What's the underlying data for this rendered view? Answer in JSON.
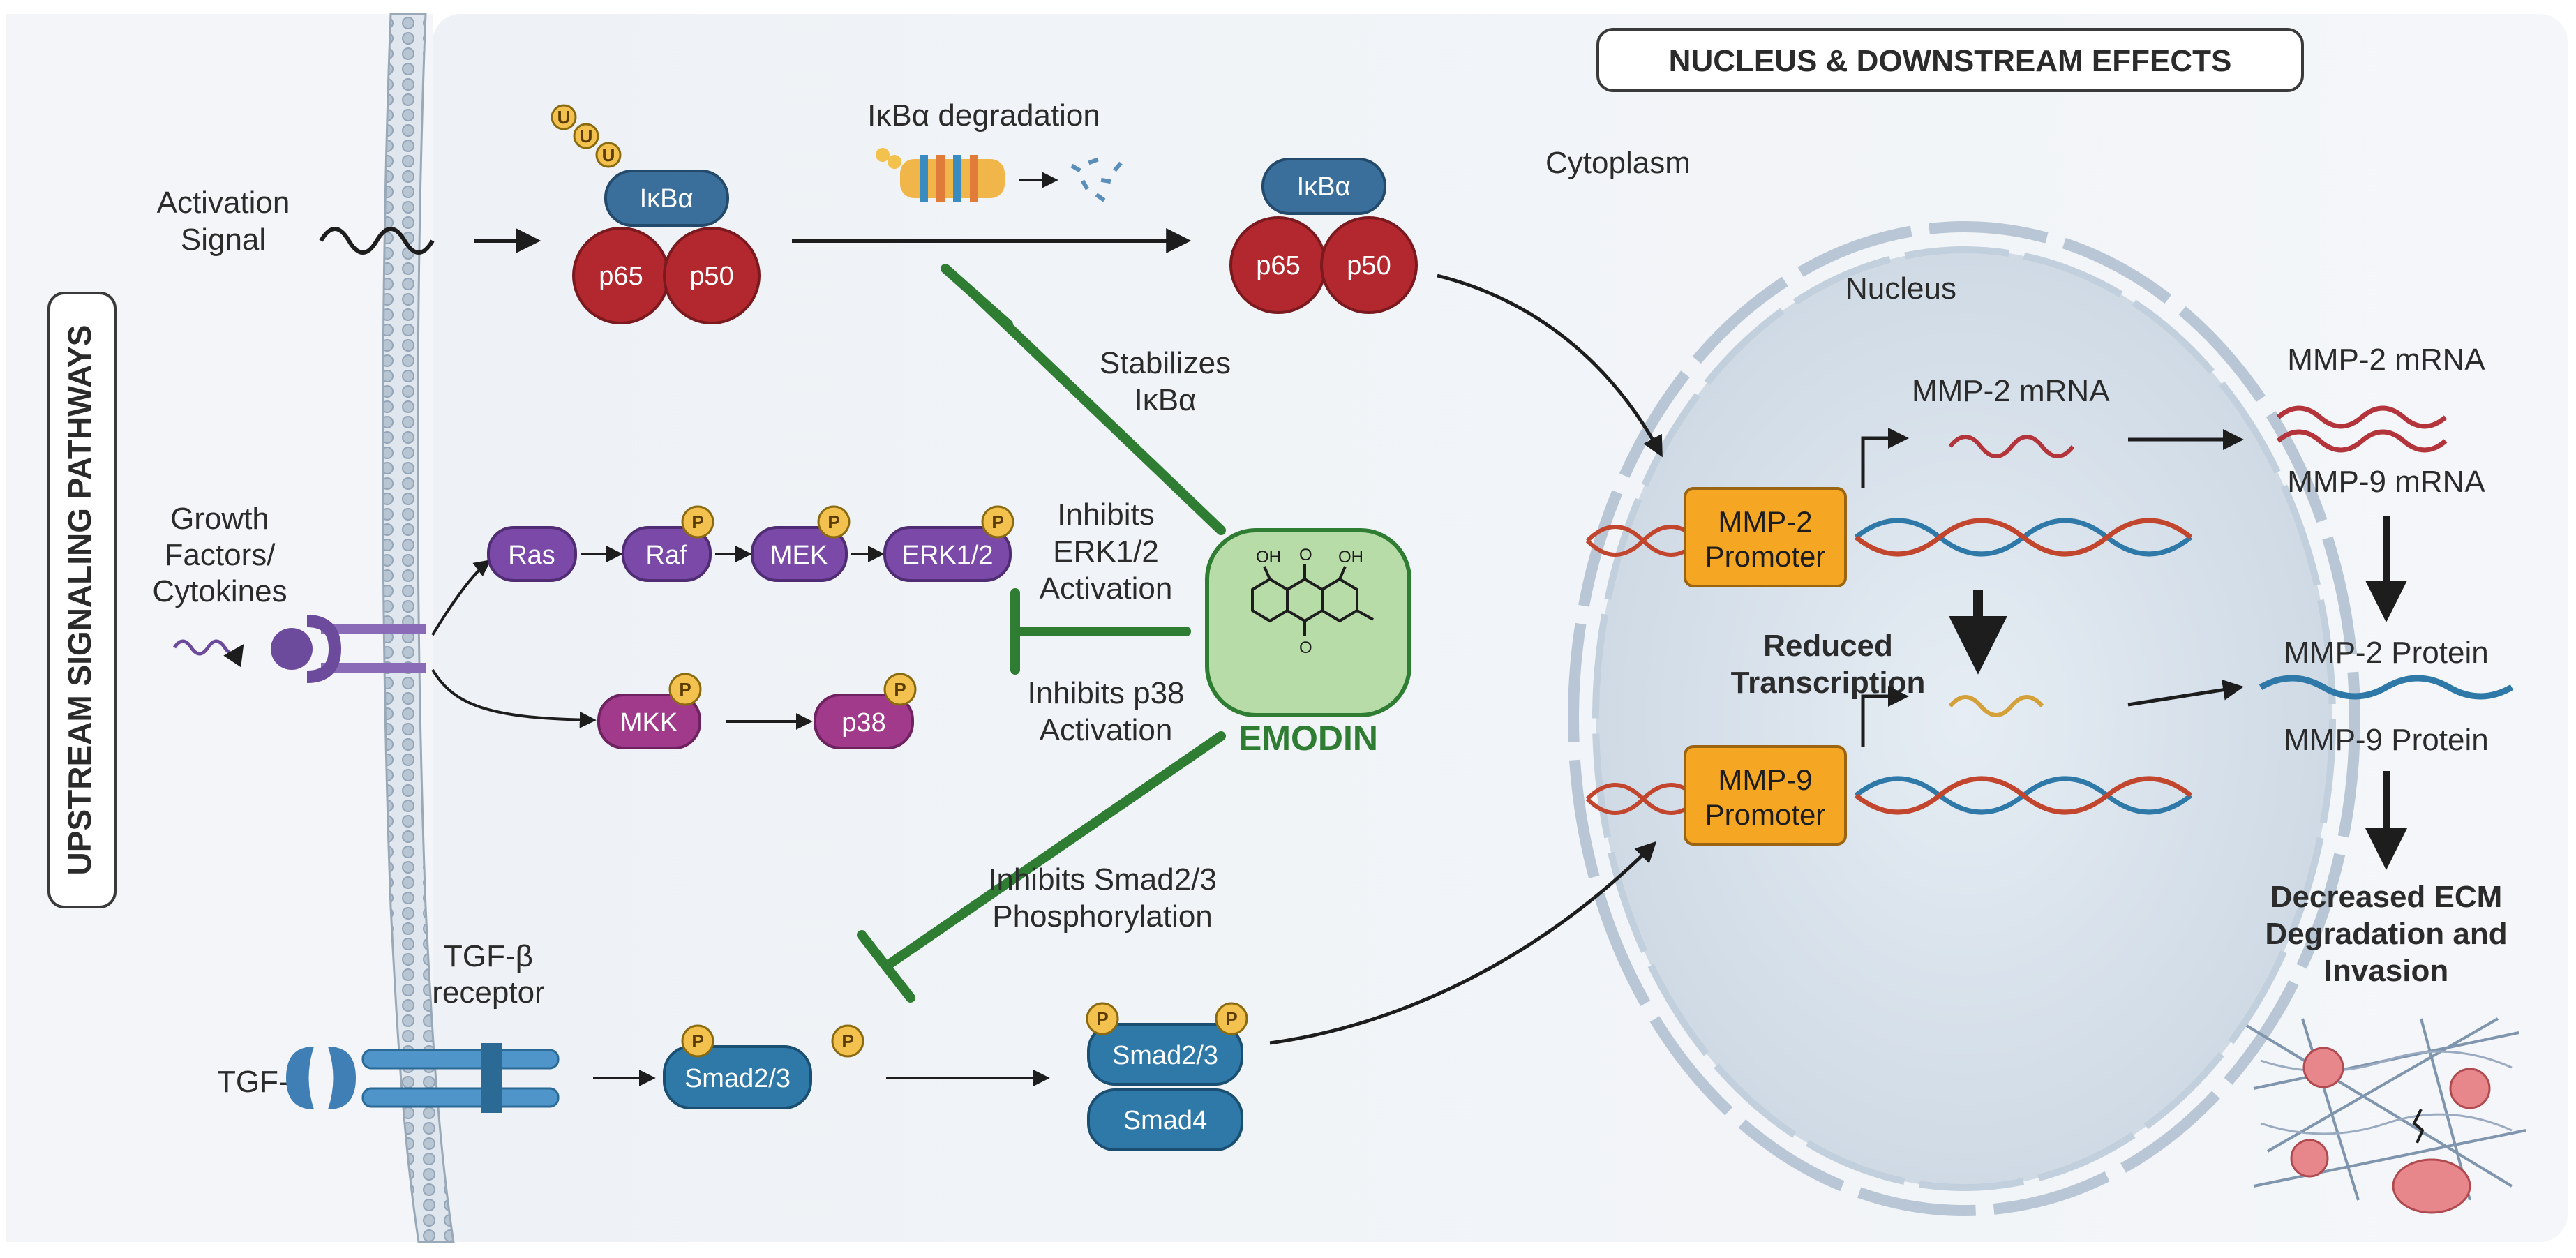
{
  "headers": {
    "upstream": "UPSTREAM SIGNALING PATHWAYS",
    "nucleus_effects": "NUCLEUS & DOWNSTREAM EFFECTS"
  },
  "compartments": {
    "cytoplasm": "Cytoplasm",
    "nucleus": "Nucleus"
  },
  "inputs": {
    "activation_signal": [
      "Activation",
      "Signal"
    ],
    "growth_factors": [
      "Growth",
      "Factors/",
      "Cytokines"
    ],
    "tgfb": "TGF-β",
    "tgfb_receptor": [
      "TGF-β",
      "receptor"
    ]
  },
  "nfkb": {
    "ikba": "IκBα",
    "p65": "p65",
    "p50": "p50",
    "ubiquitin": "U",
    "degradation": "IκBα degradation"
  },
  "mapk": {
    "ras": "Ras",
    "raf": "Raf",
    "mek": "MEK",
    "erk": "ERK1/2",
    "mkk": "MKK",
    "p38": "p38",
    "phospho": "P"
  },
  "smad": {
    "smad23": "Smad2/3",
    "smad4": "Smad4"
  },
  "emodin": {
    "name": "EMODIN",
    "oh": "OH",
    "o": "O",
    "effects": {
      "ikba": [
        "Stabilizes",
        "IκBα"
      ],
      "erk": [
        "Inhibits",
        "ERK1/2",
        "Activation"
      ],
      "p38": [
        "Inhibits p38",
        "Activation"
      ],
      "smad": [
        "Inhibits Smad2/3",
        "Phosphorylation"
      ]
    }
  },
  "nucleus": {
    "mmp2_promoter": [
      "MMP-2",
      "Promoter"
    ],
    "mmp9_promoter": [
      "MMP-9",
      "Promoter"
    ],
    "mmp2_mrna": "MMP-2 mRNA",
    "reduced_transcription": [
      "Reduced",
      "Transcription"
    ]
  },
  "downstream": {
    "mmp2_mrna": "MMP-2 mRNA",
    "mmp9_mrna": "MMP-9 mRNA",
    "mmp2_protein": "MMP-2 Protein",
    "mmp9_protein": "MMP-9 Protein",
    "outcome": [
      "Decreased ECM",
      "Degradation and",
      "Invasion"
    ]
  },
  "colors": {
    "emodin_green": "#2e7d32",
    "promoter_orange": "#f5a623",
    "mapk_purple": "#7b4aa8",
    "smad_blue": "#2f79a8",
    "p65_red": "#b3272e",
    "ikba_blue": "#3a6f9c"
  }
}
